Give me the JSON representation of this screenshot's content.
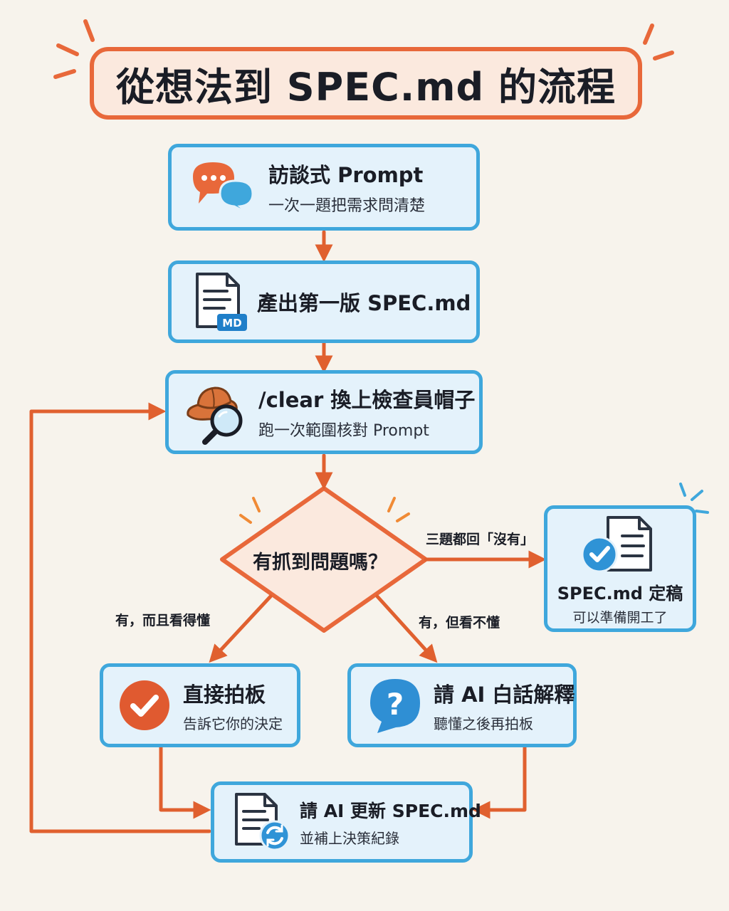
{
  "title": "從想法到 SPEC.md 的流程",
  "colors": {
    "accent": "#e8683a",
    "box_border": "#3fa7dc",
    "box_fill": "#e4f2fb",
    "decision_fill": "#fbe9de",
    "background": "#f7f3ec"
  },
  "steps": {
    "interview": {
      "title": "訪談式 Prompt",
      "subtitle": "一次一題把需求問清楚",
      "icon": "chat-bubbles-icon"
    },
    "first_spec": {
      "title": "產出第一版 SPEC.md",
      "icon": "md-document-icon",
      "icon_badge": "MD"
    },
    "inspector": {
      "title": "/clear 換上檢查員帽子",
      "subtitle": "跑一次範圍核對 Prompt",
      "icon": "detective-hat-magnifier-icon"
    },
    "decision": {
      "question": "有抓到問題嗎？"
    },
    "final": {
      "title": "SPEC.md 定稿",
      "subtitle": "可以準備開工了",
      "icon": "document-check-icon"
    },
    "decide": {
      "title": "直接拍板",
      "subtitle": "告訴它你的決定",
      "icon": "check-circle-icon"
    },
    "explain": {
      "title": "請 AI 白話解釋",
      "subtitle": "聽懂之後再拍板",
      "icon": "question-bubble-icon",
      "icon_glyph": "?"
    },
    "update": {
      "title": "請 AI 更新 SPEC.md",
      "subtitle": "並補上決策紀錄",
      "icon": "document-refresh-icon"
    }
  },
  "edges": {
    "no_issue": "三題都回「沒有」",
    "understood": "有，而且看得懂",
    "not_understood": "有，但看不懂"
  }
}
